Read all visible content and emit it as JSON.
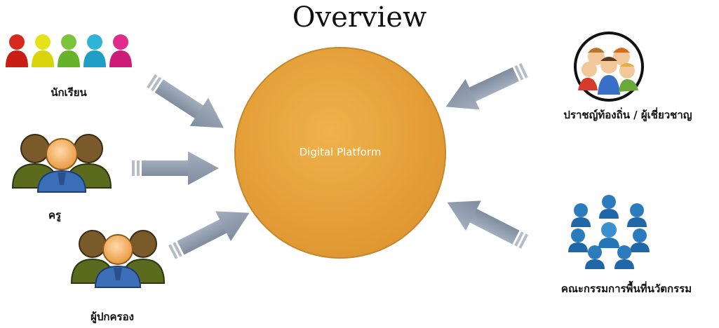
{
  "title": "Overview",
  "center": {
    "label": "Digital Platform",
    "color": "#e8a33a"
  },
  "nodes": [
    {
      "id": "students",
      "label": "นักเรียน",
      "icon": "students-group-icon"
    },
    {
      "id": "teachers",
      "label": "ครู",
      "icon": "teacher-group-icon"
    },
    {
      "id": "guardians",
      "label": "ผู้ปกครอง",
      "icon": "guardian-group-icon"
    },
    {
      "id": "local-experts",
      "label": "ปราชญ์ท้องถิ่น / ผู้เชี่ยวชาญ",
      "icon": "experts-circle-icon"
    },
    {
      "id": "committee",
      "label": "คณะกรรมการพื้นที่นวัตกรรม",
      "icon": "committee-group-icon"
    }
  ],
  "colors": {
    "arrow": "#8896a8",
    "accent": "#e8a33a",
    "committee": "#2b7bbd"
  }
}
